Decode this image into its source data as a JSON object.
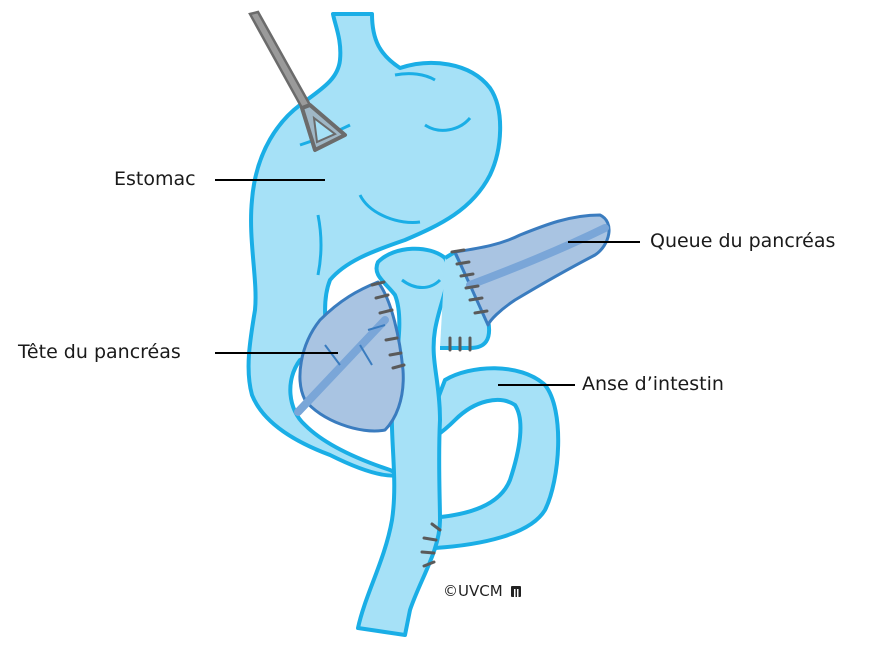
{
  "diagram": {
    "type": "anatomical-illustration",
    "subject": "pancreas surgery reconstruction",
    "labels": {
      "stomach": "Estomac",
      "pancreas_tail": "Queue du pancréas",
      "pancreas_head": "Tête du pancréas",
      "intestine_loop": "Anse d’intestin"
    },
    "credit": "©UVCM",
    "colors": {
      "organ_fill": "#a6e1f7",
      "organ_outline": "#1aaee6",
      "pancreas_fill": "#a9c4e2",
      "pancreas_outline": "#3a7cbf",
      "duct": "#7aa6d8",
      "instrument": "#6b6b6b",
      "suture": "#5a5a5a",
      "leader_line": "#000000"
    }
  }
}
